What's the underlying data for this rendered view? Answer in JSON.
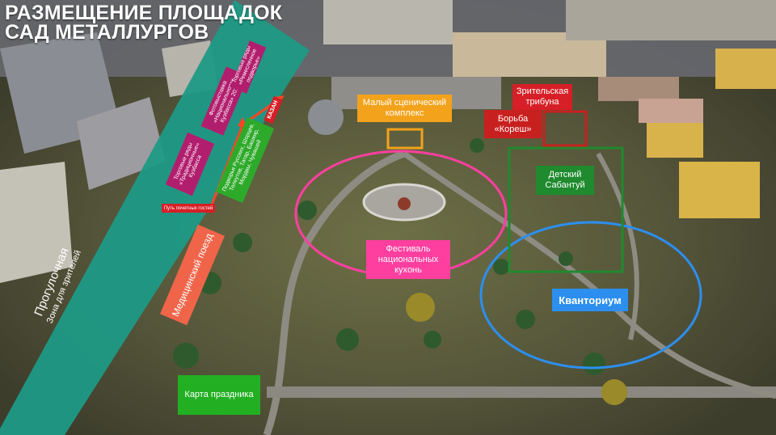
{
  "header": {
    "title_line1": "РАЗМЕЩЕНИЕ ПЛОЩАДОК",
    "title_line2": "САД МЕТАЛЛУРГОВ"
  },
  "zones": {
    "small_stage": "Малый сценический комплекс",
    "spectator_stand": "Зрительская трибуна",
    "kuresh": "Борьба «Кореш»",
    "children_sabantuy": "Детский Сабантуй",
    "festival": "Фестиваль национальных кухонь",
    "kvantorium": "Кванториум",
    "medical_train": "Медицинский поезд",
    "holiday_map": "Карта праздника",
    "honored_guests_path": "Путь почетных гостей",
    "promenade_title": "Прогулочная",
    "promenade_subtitle": "Зона для зрителей",
    "sign_kazan": "КАЗАН",
    "tent_shor": "Подворья Русских, Шорцев, Телеутов, Татар, Башкир, Мордвы, Чувашей",
    "tent_kuzbass": "Торговые ряды «Традиционные» Кузбасса",
    "tent_nationalities": "Фотовыставка «Национальности Кузбасса» 2019",
    "tent_craft": "Торговые ряды «Ремесленное подворье»"
  },
  "colors": {
    "promenade": "#1e9a86",
    "small_stage": "#f3a21b",
    "spectator_stand": "#d61f26",
    "kuresh": "#c8201f",
    "children_sabantuy": "#1f8a2e",
    "festival": "#ff3fa0",
    "kvantorium": "#2c8ff0",
    "medical_train": "#f0654a",
    "holiday_map": "#22b022",
    "tent_magenta": "#b21e6e",
    "tent_green": "#2eaa2a"
  }
}
